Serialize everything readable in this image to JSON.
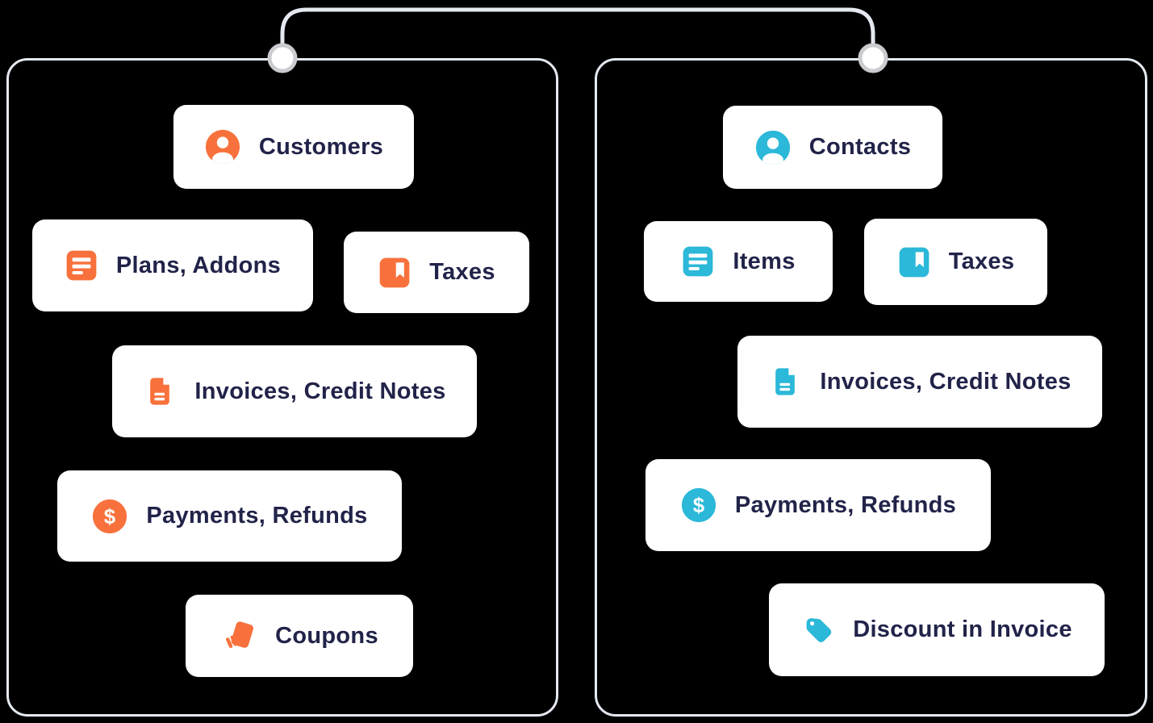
{
  "colors": {
    "background": "#000000",
    "card_bg": "#FFFFFF",
    "text": "#212349",
    "orange": "#F8713C",
    "cyan": "#2BB8D9",
    "panel_border": "#E4E9F0",
    "connector_ring": "#C9CBCF",
    "connector_node_fill": "#FFFFFF"
  },
  "connector": {
    "node_count": 2,
    "style": "rounded-wire"
  },
  "left_panel": {
    "accent": "orange",
    "cards": [
      {
        "label": "Customers",
        "icon": "person-icon"
      },
      {
        "label": "Plans, Addons",
        "icon": "list-icon"
      },
      {
        "label": "Taxes",
        "icon": "bookmark-icon"
      },
      {
        "label": "Invoices, Credit Notes",
        "icon": "document-icon"
      },
      {
        "label": "Payments, Refunds",
        "icon": "dollar-icon"
      },
      {
        "label": "Coupons",
        "icon": "coupons-icon"
      }
    ]
  },
  "right_panel": {
    "accent": "cyan",
    "cards": [
      {
        "label": "Contacts",
        "icon": "person-icon"
      },
      {
        "label": "Items",
        "icon": "list-icon"
      },
      {
        "label": "Taxes",
        "icon": "bookmark-icon"
      },
      {
        "label": "Invoices, Credit Notes",
        "icon": "document-icon"
      },
      {
        "label": "Payments, Refunds",
        "icon": "dollar-icon"
      },
      {
        "label": "Discount in Invoice",
        "icon": "tag-icon"
      }
    ]
  }
}
